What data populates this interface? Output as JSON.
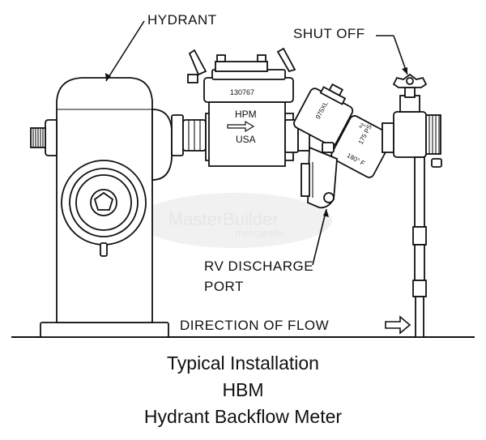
{
  "labels": {
    "hydrant": "HYDRANT",
    "shut_off": "SHUT OFF",
    "rv_discharge_line1": "RV  DISCHARGE",
    "rv_discharge_line2": "PORT",
    "direction_of_flow": "DIRECTION  OF  FLOW"
  },
  "meter": {
    "serial": "130767",
    "brand": "HPM",
    "origin": "USA"
  },
  "valve": {
    "model": "975XL",
    "size": "2\"",
    "pressure": "175 PSI",
    "temperature": "180° F"
  },
  "watermark": {
    "line1": "MasterBuilder",
    "line2": "mercantile"
  },
  "caption": {
    "line1": "Typical Installation",
    "line2": "HBM",
    "line3": "Hydrant Backflow Meter"
  }
}
